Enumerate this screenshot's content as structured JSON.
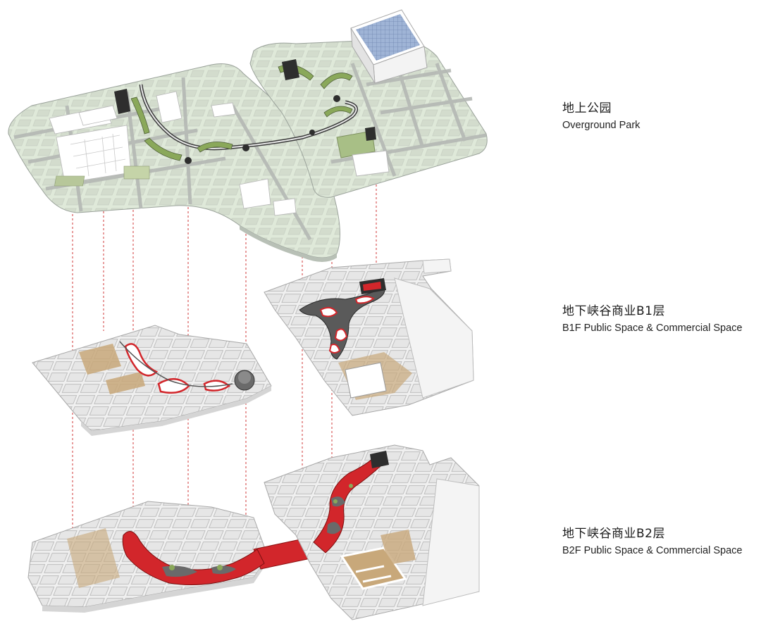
{
  "labels": {
    "overground": {
      "zh": "地上公园",
      "en": "Overground Park"
    },
    "b1": {
      "zh": "地下峡谷商业B1层",
      "en": "B1F Public Space & Commercial Space"
    },
    "b2": {
      "zh": "地下峡谷商业B2层",
      "en": "B2F Public Space & Commercial Space"
    }
  },
  "colors": {
    "park_fill": "#dfe9d9",
    "park_block": "#c6cfc2",
    "road": "#b4b8b4",
    "floor_fill": "#ececec",
    "wall": "#b9b9b9",
    "canyon_red": "#d2262b",
    "guide_line": "#d23a3a",
    "bridge_dark": "#3c3c3c",
    "green_roof": "#8aa85a"
  }
}
